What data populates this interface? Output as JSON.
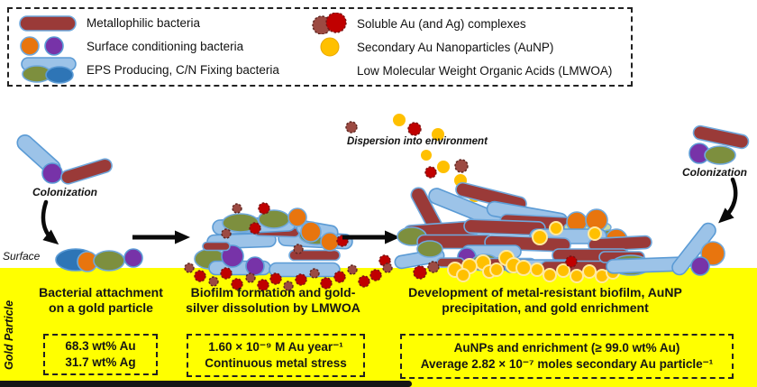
{
  "colors": {
    "metallophilic_red": "#9A3A38",
    "eps_light_blue": "#9CC3E8",
    "eps_blue": "#2E75B6",
    "eps_olive": "#7D8F3E",
    "conditioning_orange": "#E8750E",
    "conditioning_purple": "#7733A8",
    "soluble_au_red": "#C00000",
    "soluble_au_brown": "#9C4A42",
    "aunp_gold": "#FFC000",
    "gold_particle_yellow": "#FFFF00",
    "outline_blue": "#5B9BD5"
  },
  "legend": {
    "items_left": [
      {
        "label": "Metallophilic bacteria"
      },
      {
        "label": "Surface conditioning bacteria"
      },
      {
        "label": "EPS Producing, C/N Fixing bacteria"
      }
    ],
    "items_right": [
      {
        "label": "Soluble Au (and Ag) complexes"
      },
      {
        "label": "Secondary Au Nanoparticles (AuNP)"
      },
      {
        "label": "Low Molecular Weight Organic Acids (LMWOA)"
      }
    ]
  },
  "annotations": {
    "colonization_left": "Colonization",
    "colonization_right": "Colonization",
    "dispersion": "Dispersion into environment",
    "surface_label": "Surface",
    "gold_particle_label": "Gold Particle"
  },
  "stages": [
    {
      "title_line1": "Bacterial attachment",
      "title_line2": "on a gold particle",
      "box_line1": "68.3 wt% Au",
      "box_line2": "31.7 wt% Ag"
    },
    {
      "title_line1": "Biofilm formation and gold-",
      "title_line2": "silver dissolution by LMWOA",
      "box_line1": "1.60 × 10⁻⁹ M Au year⁻¹",
      "box_line2": "Continuous metal stress"
    },
    {
      "title_line1": "Development of metal-resistant biofilm, AuNP",
      "title_line2": "precipitation, and gold enrichment",
      "box_line1": "AuNPs and enrichment (≥ 99.0 wt% Au)",
      "box_line2": "Average 2.82 × 10⁻⁷ moles secondary Au particle⁻¹"
    }
  ]
}
